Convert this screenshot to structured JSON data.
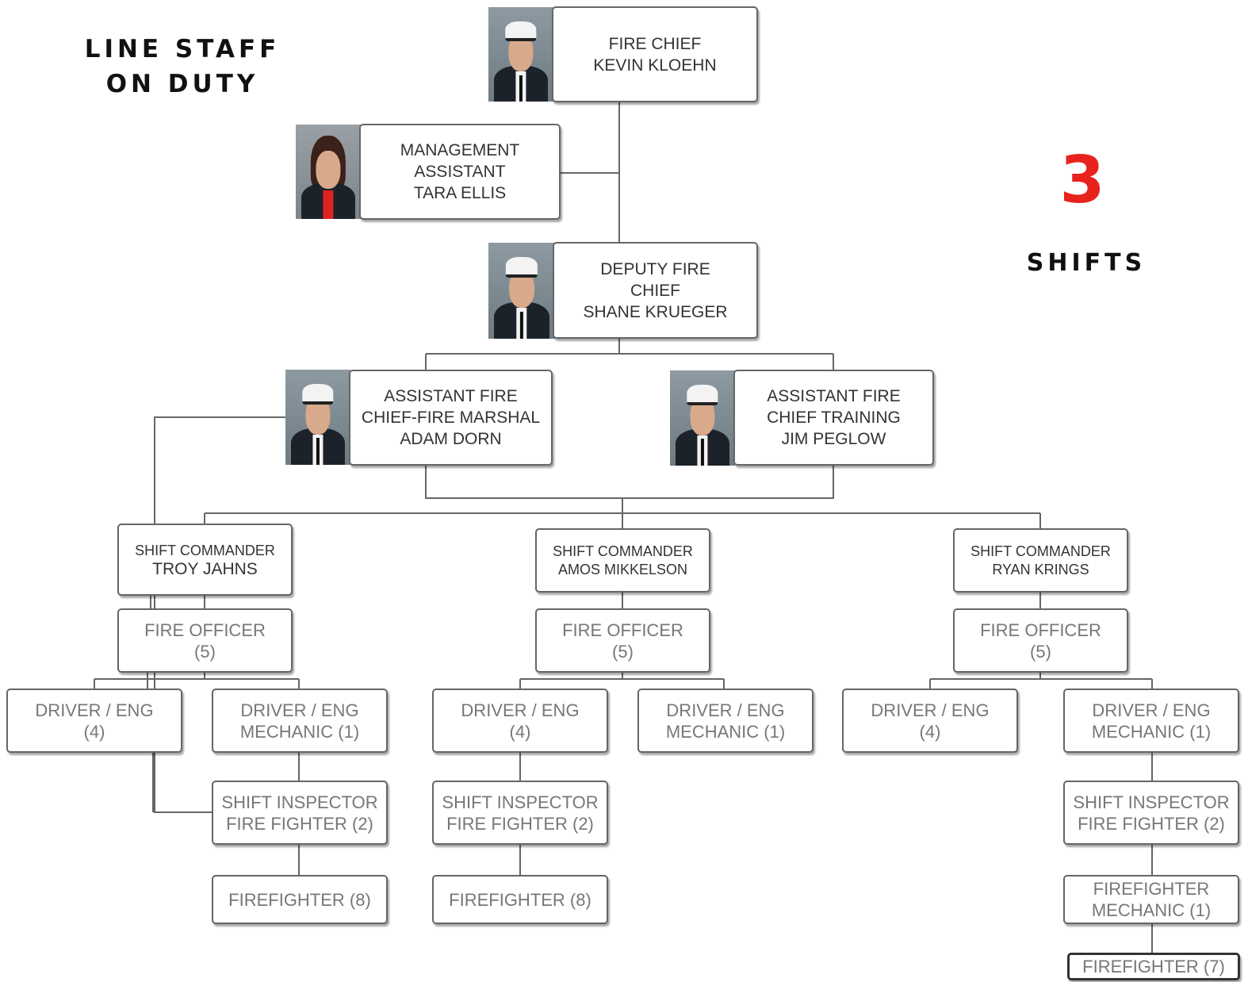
{
  "side_title": {
    "line1": "LINE STAFF",
    "line2": "ON DUTY"
  },
  "shifts_count": "3",
  "shifts_label": "SHIFTS",
  "chief": {
    "l1": "FIRE CHIEF",
    "l2": "KEVIN KLOEHN"
  },
  "mgmt": {
    "l1": "MANAGEMENT",
    "l2": "ASSISTANT",
    "l3": "TARA ELLIS"
  },
  "deputy": {
    "l1": "DEPUTY FIRE",
    "l2": "CHIEF",
    "l3": "SHANE KRUEGER"
  },
  "asst_marshal": {
    "l1": "ASSISTANT FIRE",
    "l2": "CHIEF-FIRE MARSHAL",
    "l3": "ADAM DORN"
  },
  "asst_training": {
    "l1": "ASSISTANT FIRE",
    "l2": "CHIEF TRAINING",
    "l3": "JIM PEGLOW"
  },
  "shift1": {
    "commander": {
      "l1": "SHIFT COMMANDER",
      "l2": "TROY JAHNS"
    },
    "officer": {
      "l1": "FIRE OFFICER",
      "l2": "(5)"
    },
    "driver": {
      "l1": "DRIVER / ENG",
      "l2": "(4)"
    },
    "driver_mech": {
      "l1": "DRIVER / ENG",
      "l2": "MECHANIC (1)"
    },
    "inspector": {
      "l1": "SHIFT INSPECTOR",
      "l2": "FIRE FIGHTER (2)"
    },
    "firefighter": {
      "l1": "FIREFIGHTER (8)"
    }
  },
  "shift2": {
    "commander": {
      "l1": "SHIFT COMMANDER",
      "l2": "AMOS MIKKELSON"
    },
    "officer": {
      "l1": "FIRE OFFICER",
      "l2": "(5)"
    },
    "driver": {
      "l1": "DRIVER / ENG",
      "l2": "(4)"
    },
    "driver_mech": {
      "l1": "DRIVER / ENG",
      "l2": "MECHANIC (1)"
    },
    "inspector": {
      "l1": "SHIFT INSPECTOR",
      "l2": "FIRE FIGHTER (2)"
    },
    "firefighter": {
      "l1": "FIREFIGHTER (8)"
    }
  },
  "shift3": {
    "commander": {
      "l1": "SHIFT COMMANDER",
      "l2": "RYAN KRINGS"
    },
    "officer": {
      "l1": "FIRE OFFICER",
      "l2": "(5)"
    },
    "driver": {
      "l1": "DRIVER / ENG",
      "l2": "(4)"
    },
    "driver_mech": {
      "l1": "DRIVER / ENG",
      "l2": "MECHANIC (1)"
    },
    "inspector": {
      "l1": "SHIFT INSPECTOR",
      "l2": "FIRE FIGHTER (2)"
    },
    "ff_mechanic": {
      "l1": "FIREFIGHTER",
      "l2": "MECHANIC (1)"
    },
    "firefighter": {
      "l1": "FIREFIGHTER (7)"
    }
  }
}
